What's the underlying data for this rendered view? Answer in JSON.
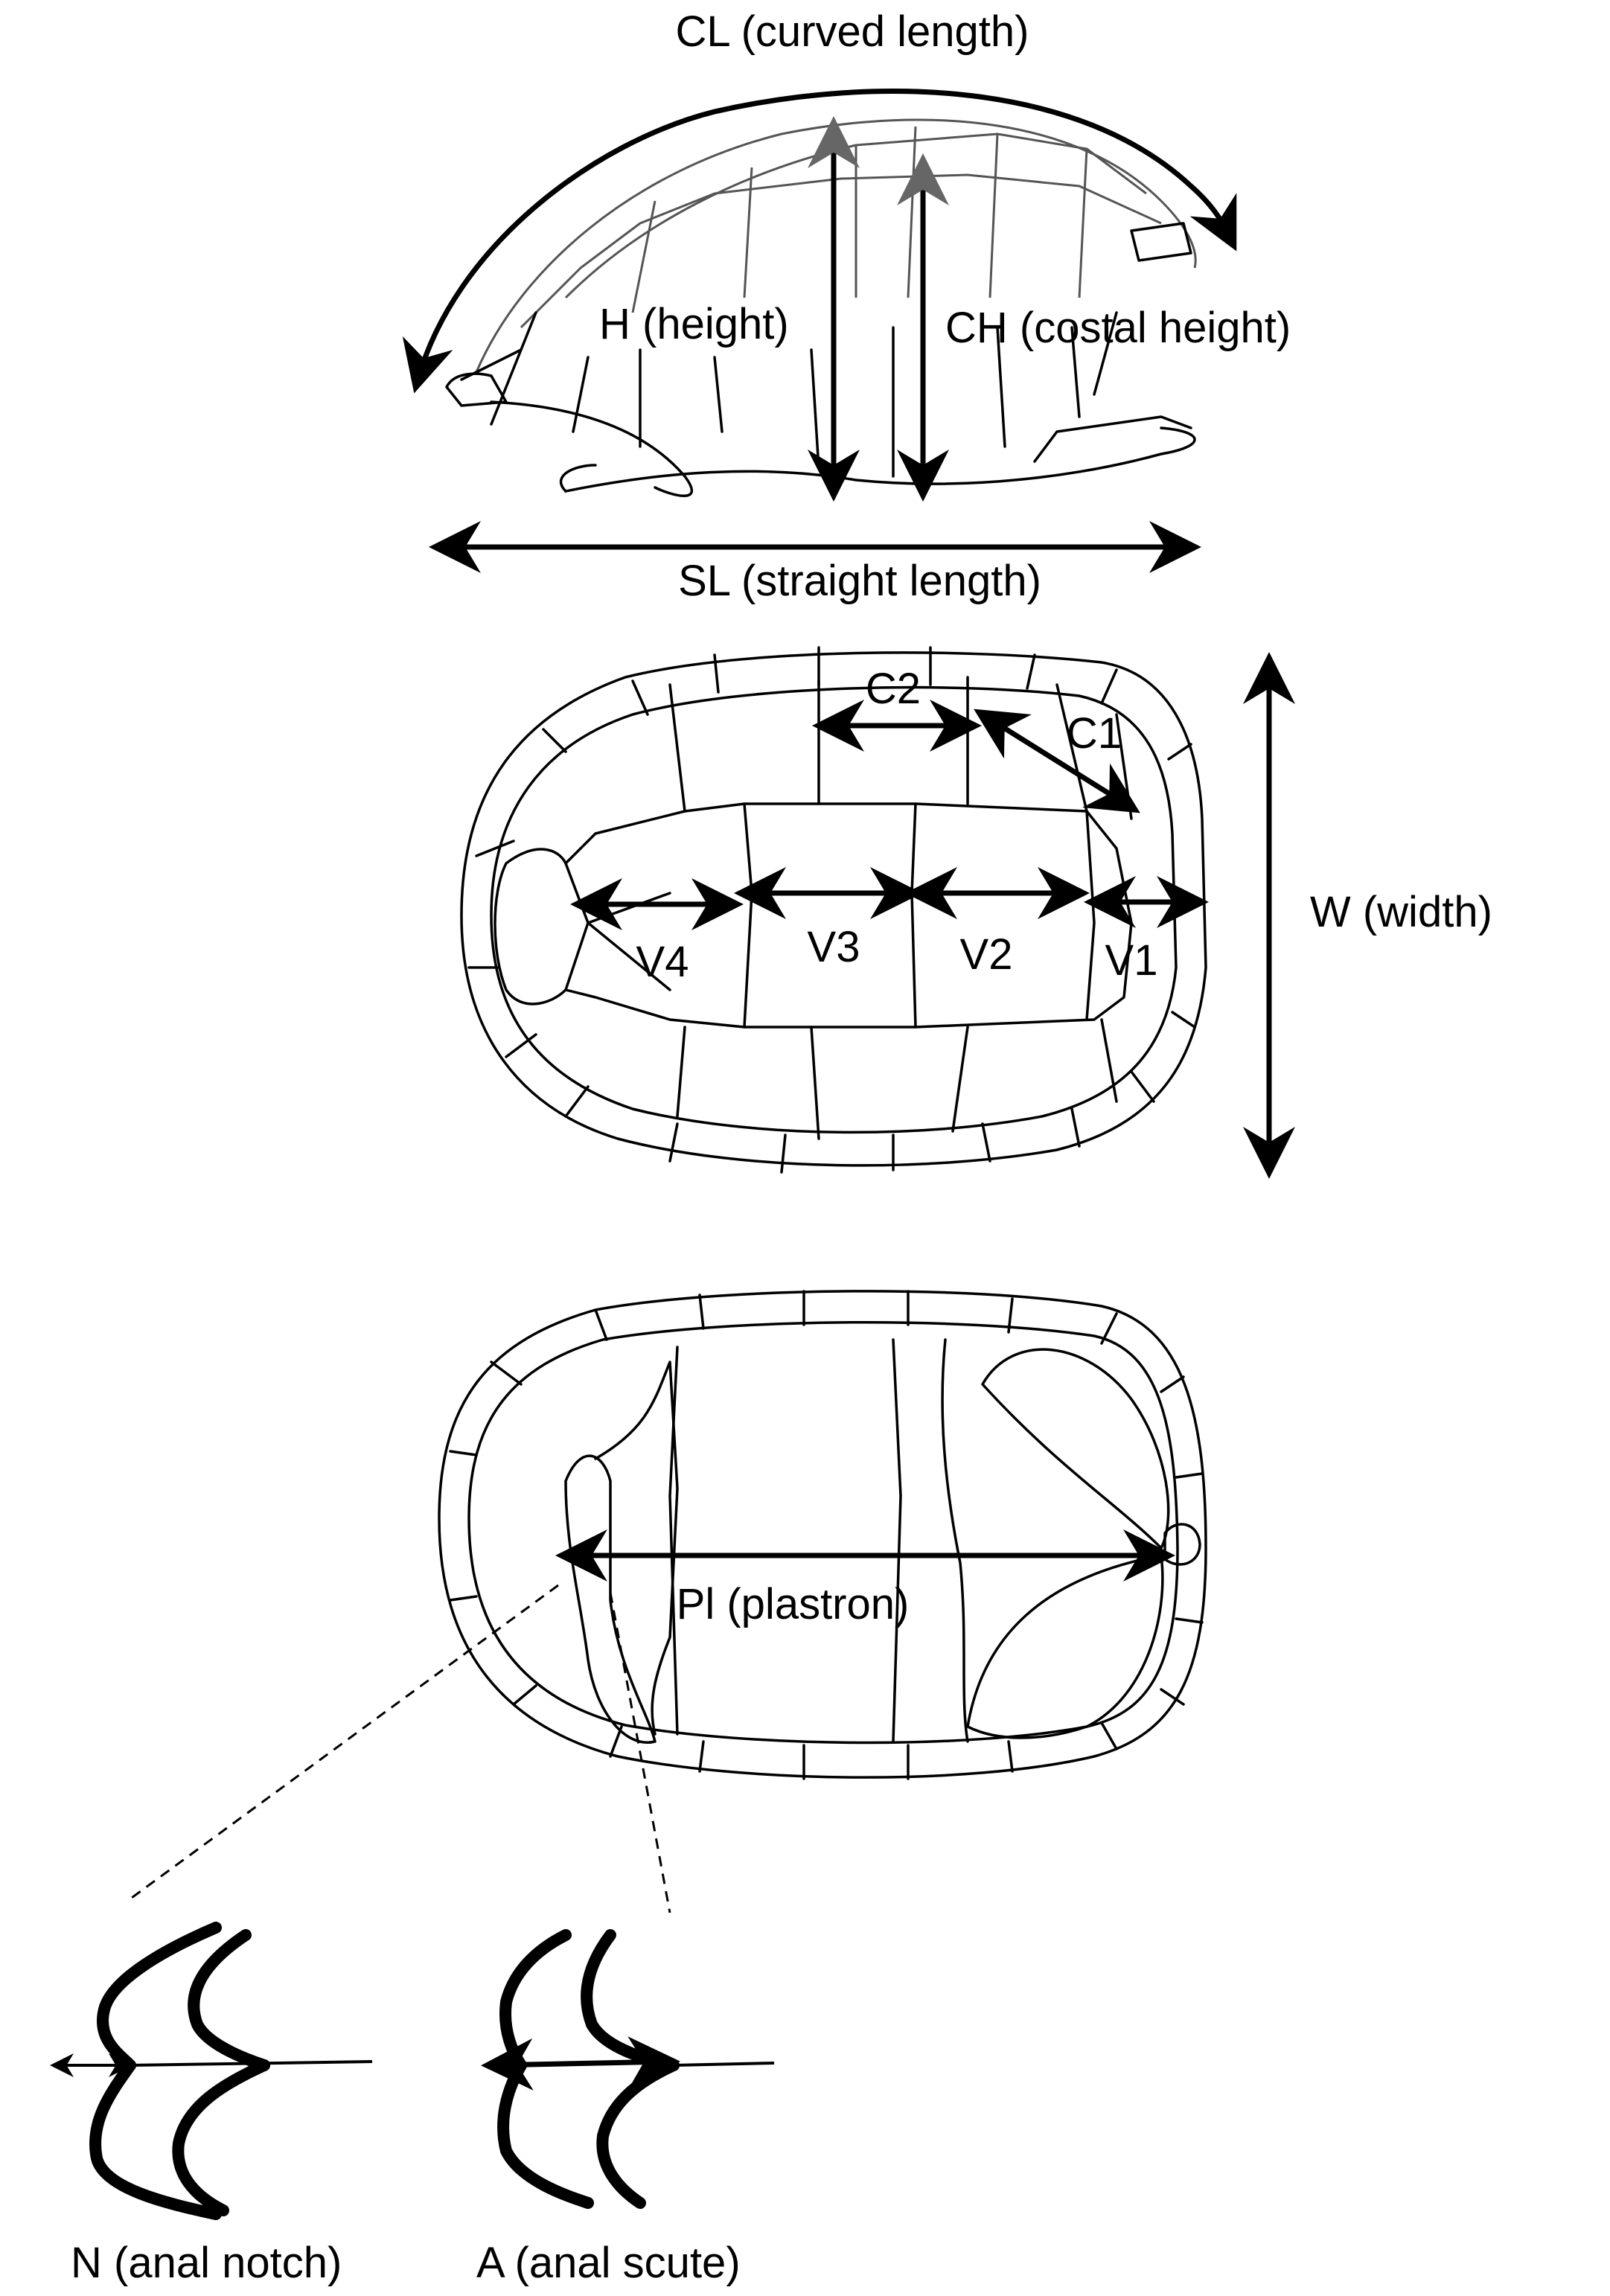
{
  "colors": {
    "ink": "#000000",
    "shell_light": "#555555",
    "background": "#ffffff"
  },
  "labels": {
    "curved_length": "CL (curved length)",
    "height": "H (height)",
    "costal_height": "CH (costal height)",
    "straight_length": "SL (straight length)",
    "c2": "C2",
    "c1": "C1",
    "width": "W (width)",
    "v4": "V4",
    "v3": "V3",
    "v2": "V2",
    "v1": "V1",
    "plastron": "Pl (plastron)",
    "anal_notch": "N (anal notch)",
    "anal_scute": "A (anal scute)"
  }
}
